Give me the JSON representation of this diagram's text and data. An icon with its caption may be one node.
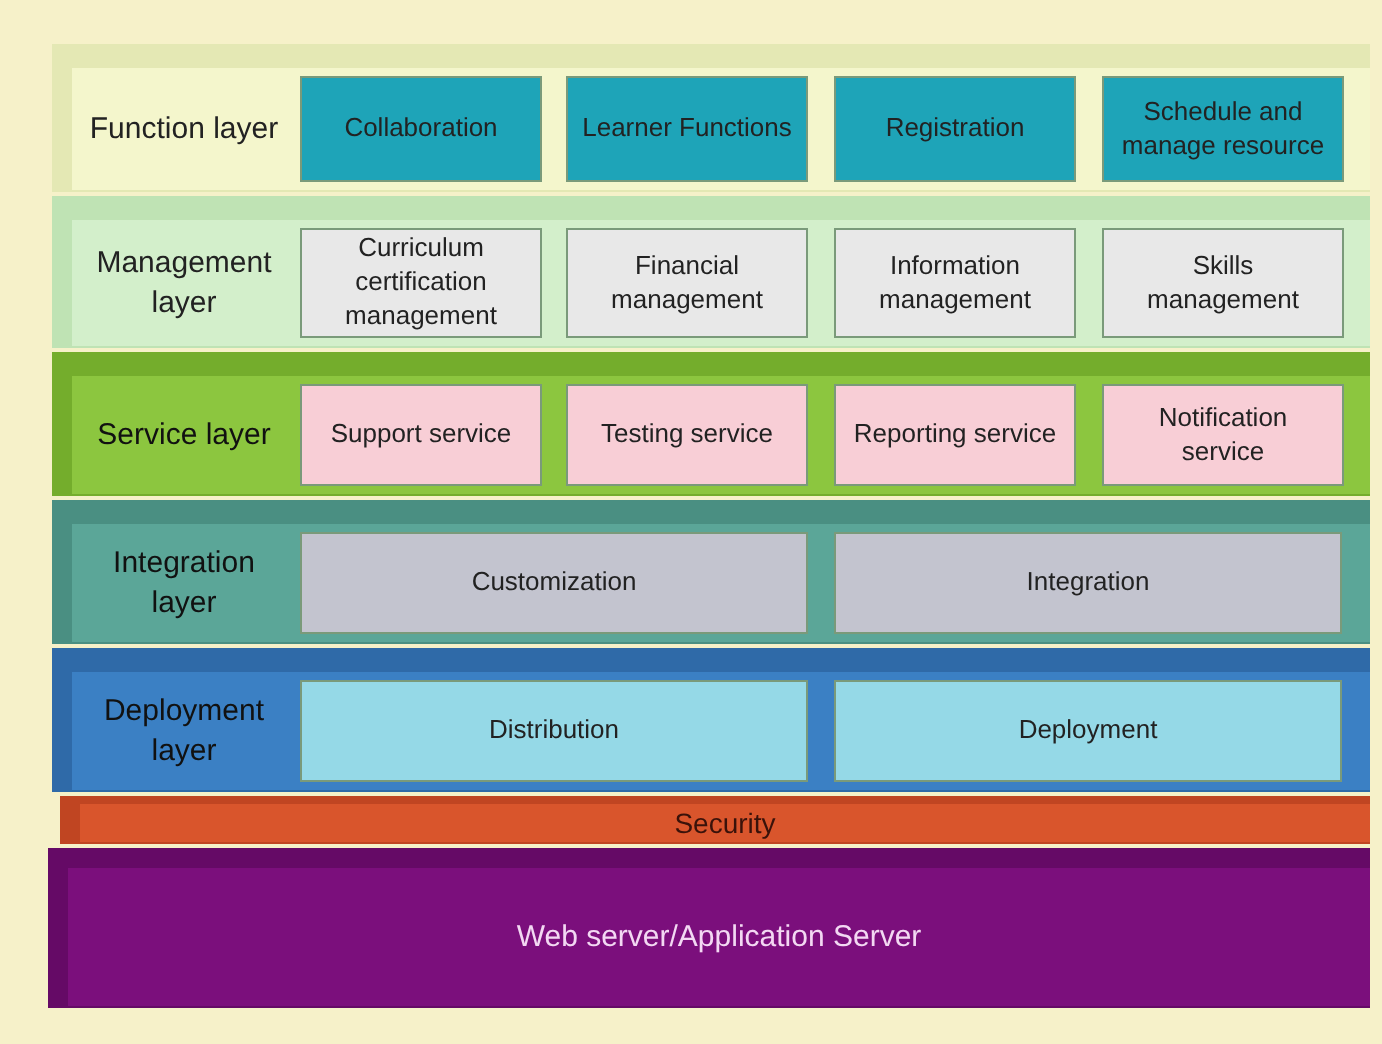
{
  "diagram": {
    "nodes": [
      {
        "text": [
          "Function layer"
        ]
      },
      {
        "text": [
          "Collaboration"
        ],
        "in": 0
      },
      {
        "text": [
          "Learner Functions"
        ],
        "in": 0
      },
      {
        "text": [
          "Registration"
        ],
        "in": 0
      },
      {
        "text": [
          "Schedule and manage resource"
        ],
        "in": 0
      },
      {
        "text": [
          "Management layer"
        ]
      },
      {
        "text": [
          "Curriculum certification management"
        ],
        "in": 5
      },
      {
        "text": [
          "Financial management"
        ],
        "in": 5
      },
      {
        "text": [
          "Information management"
        ],
        "in": 5
      },
      {
        "text": [
          "Skills management"
        ],
        "in": 5
      },
      {
        "text": [
          "Service layer"
        ]
      },
      {
        "text": [
          "Support service"
        ],
        "in": 10
      },
      {
        "text": [
          "Testing service"
        ],
        "in": 10
      },
      {
        "text": [
          "Reporting service"
        ],
        "in": 10
      },
      {
        "text": [
          "Notification service"
        ],
        "in": 10
      },
      {
        "text": [
          "Integration layer"
        ]
      },
      {
        "text": [
          "Customization"
        ],
        "in": 15
      },
      {
        "text": [
          "Integration"
        ],
        "in": 15
      },
      {
        "text": [
          "Deployment layer"
        ]
      },
      {
        "text": [
          "Distribution"
        ],
        "in": 18
      },
      {
        "text": [
          "Deployment"
        ],
        "in": 18
      },
      {
        "text": [
          "Security"
        ]
      },
      {
        "text": [
          "Web server/Application Server"
        ]
      }
    ]
  }
}
